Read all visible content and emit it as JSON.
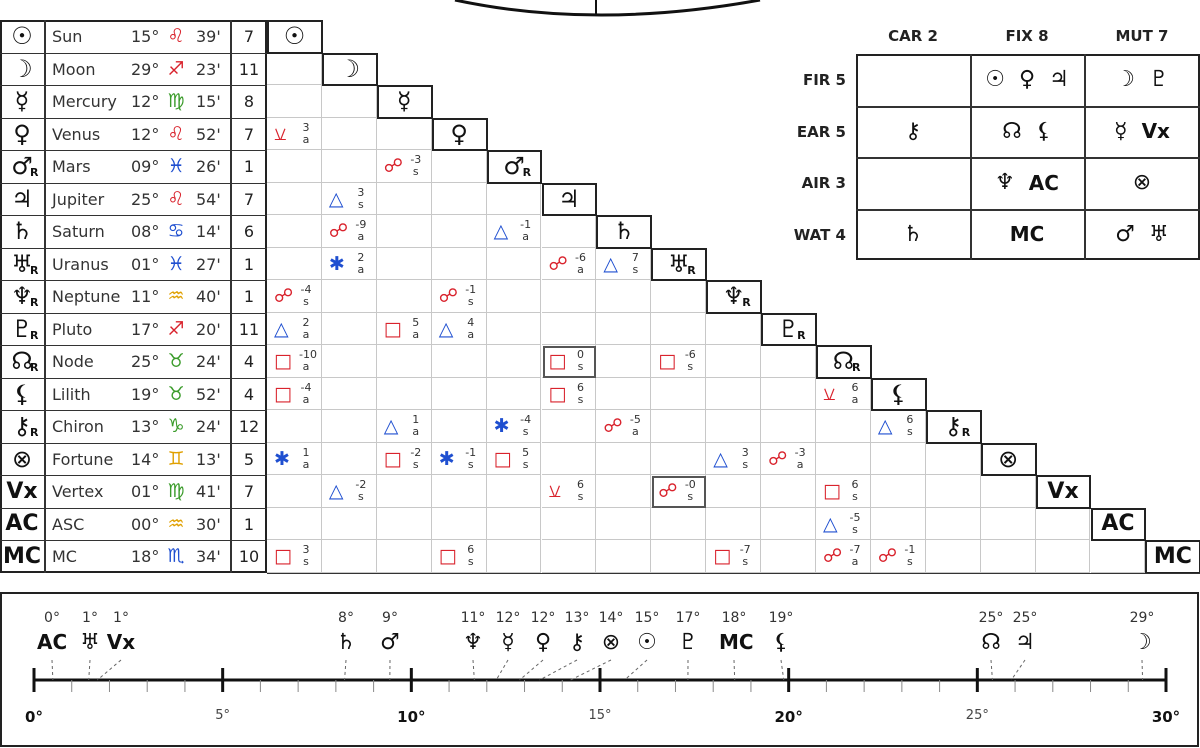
{
  "planets": [
    {
      "glyph": "☉",
      "name": "Sun",
      "deg": "15°",
      "sign": "♌",
      "sign_color": "#d9232d",
      "min": "39'",
      "house": "7",
      "retro": ""
    },
    {
      "glyph": "☽",
      "name": "Moon",
      "deg": "29°",
      "sign": "♐",
      "sign_color": "#d9232d",
      "min": "23'",
      "house": "11",
      "retro": ""
    },
    {
      "glyph": "☿",
      "name": "Mercury",
      "deg": "12°",
      "sign": "♍",
      "sign_color": "#3a9b2a",
      "min": "15'",
      "house": "8",
      "retro": ""
    },
    {
      "glyph": "♀",
      "name": "Venus",
      "deg": "12°",
      "sign": "♌",
      "sign_color": "#d9232d",
      "min": "52'",
      "house": "7",
      "retro": ""
    },
    {
      "glyph": "♂",
      "name": "Mars",
      "deg": "09°",
      "sign": "♓",
      "sign_color": "#1f4fd0",
      "min": "26'",
      "house": "1",
      "retro": "R"
    },
    {
      "glyph": "♃",
      "name": "Jupiter",
      "deg": "25°",
      "sign": "♌",
      "sign_color": "#d9232d",
      "min": "54'",
      "house": "7",
      "retro": ""
    },
    {
      "glyph": "♄",
      "name": "Saturn",
      "deg": "08°",
      "sign": "♋",
      "sign_color": "#1f4fd0",
      "min": "14'",
      "house": "6",
      "retro": ""
    },
    {
      "glyph": "♅",
      "name": "Uranus",
      "deg": "01°",
      "sign": "♓",
      "sign_color": "#1f4fd0",
      "min": "27'",
      "house": "1",
      "retro": "R"
    },
    {
      "glyph": "♆",
      "name": "Neptune",
      "deg": "11°",
      "sign": "♒",
      "sign_color": "#e0a000",
      "min": "40'",
      "house": "1",
      "retro": "R"
    },
    {
      "glyph": "♇",
      "name": "Pluto",
      "deg": "17°",
      "sign": "♐",
      "sign_color": "#d9232d",
      "min": "20'",
      "house": "11",
      "retro": "R"
    },
    {
      "glyph": "☊",
      "name": "Node",
      "deg": "25°",
      "sign": "♉",
      "sign_color": "#3a9b2a",
      "min": "24'",
      "house": "4",
      "retro": "R"
    },
    {
      "glyph": "⚸",
      "name": "Lilith",
      "deg": "19°",
      "sign": "♉",
      "sign_color": "#3a9b2a",
      "min": "52'",
      "house": "4",
      "retro": ""
    },
    {
      "glyph": "⚷",
      "name": "Chiron",
      "deg": "13°",
      "sign": "♑",
      "sign_color": "#3a9b2a",
      "min": "24'",
      "house": "12",
      "retro": "R"
    },
    {
      "glyph": "⊗",
      "name": "Fortune",
      "deg": "14°",
      "sign": "♊",
      "sign_color": "#e0a000",
      "min": "13'",
      "house": "5",
      "retro": ""
    },
    {
      "glyph": "Vx",
      "name": "Vertex",
      "deg": "01°",
      "sign": "♍",
      "sign_color": "#3a9b2a",
      "min": "41'",
      "house": "7",
      "retro": ""
    },
    {
      "glyph": "AC",
      "name": "ASC",
      "deg": "00°",
      "sign": "♒",
      "sign_color": "#e0a000",
      "min": "30'",
      "house": "1",
      "retro": ""
    },
    {
      "glyph": "MC",
      "name": "MC",
      "deg": "18°",
      "sign": "♏",
      "sign_color": "#1f4fd0",
      "min": "34'",
      "house": "10",
      "retro": ""
    }
  ],
  "aspect_colors": {
    "a": "#d9232d",
    "b": "#1f4fd0"
  },
  "aspects": [
    {
      "row": 3,
      "col": 0,
      "glyph": "⚺",
      "color": "a",
      "orb": "3",
      "mode": "a"
    },
    {
      "row": 4,
      "col": 2,
      "glyph": "☍",
      "color": "a",
      "orb": "-3",
      "mode": "s"
    },
    {
      "row": 5,
      "col": 1,
      "glyph": "△",
      "color": "b",
      "orb": "3",
      "mode": "s"
    },
    {
      "row": 6,
      "col": 1,
      "glyph": "☍",
      "color": "a",
      "orb": "-9",
      "mode": "a"
    },
    {
      "row": 6,
      "col": 4,
      "glyph": "△",
      "color": "b",
      "orb": "-1",
      "mode": "a"
    },
    {
      "row": 7,
      "col": 1,
      "glyph": "✱",
      "color": "b",
      "orb": "2",
      "mode": "a"
    },
    {
      "row": 7,
      "col": 5,
      "glyph": "☍",
      "color": "a",
      "orb": "-6",
      "mode": "a"
    },
    {
      "row": 7,
      "col": 6,
      "glyph": "△",
      "color": "b",
      "orb": "7",
      "mode": "s"
    },
    {
      "row": 8,
      "col": 0,
      "glyph": "☍",
      "color": "a",
      "orb": "-4",
      "mode": "s"
    },
    {
      "row": 8,
      "col": 3,
      "glyph": "☍",
      "color": "a",
      "orb": "-1",
      "mode": "s"
    },
    {
      "row": 9,
      "col": 0,
      "glyph": "△",
      "color": "b",
      "orb": "2",
      "mode": "a"
    },
    {
      "row": 9,
      "col": 2,
      "glyph": "□",
      "color": "a",
      "orb": "5",
      "mode": "a"
    },
    {
      "row": 9,
      "col": 3,
      "glyph": "△",
      "color": "b",
      "orb": "4",
      "mode": "a"
    },
    {
      "row": 10,
      "col": 0,
      "glyph": "□",
      "color": "a",
      "orb": "-10",
      "mode": "a"
    },
    {
      "row": 10,
      "col": 5,
      "glyph": "□",
      "color": "a",
      "orb": "0",
      "mode": "s",
      "hl": true
    },
    {
      "row": 10,
      "col": 7,
      "glyph": "□",
      "color": "a",
      "orb": "-6",
      "mode": "s"
    },
    {
      "row": 11,
      "col": 0,
      "glyph": "□",
      "color": "a",
      "orb": "-4",
      "mode": "a"
    },
    {
      "row": 11,
      "col": 5,
      "glyph": "□",
      "color": "a",
      "orb": "6",
      "mode": "s"
    },
    {
      "row": 11,
      "col": 10,
      "glyph": "⚺",
      "color": "a",
      "orb": "6",
      "mode": "a"
    },
    {
      "row": 12,
      "col": 2,
      "glyph": "△",
      "color": "b",
      "orb": "1",
      "mode": "a"
    },
    {
      "row": 12,
      "col": 4,
      "glyph": "✱",
      "color": "b",
      "orb": "-4",
      "mode": "s"
    },
    {
      "row": 12,
      "col": 6,
      "glyph": "☍",
      "color": "a",
      "orb": "-5",
      "mode": "a"
    },
    {
      "row": 12,
      "col": 11,
      "glyph": "△",
      "color": "b",
      "orb": "6",
      "mode": "s"
    },
    {
      "row": 13,
      "col": 0,
      "glyph": "✱",
      "color": "b",
      "orb": "1",
      "mode": "a"
    },
    {
      "row": 13,
      "col": 2,
      "glyph": "□",
      "color": "a",
      "orb": "-2",
      "mode": "s"
    },
    {
      "row": 13,
      "col": 3,
      "glyph": "✱",
      "color": "b",
      "orb": "-1",
      "mode": "s"
    },
    {
      "row": 13,
      "col": 4,
      "glyph": "□",
      "color": "a",
      "orb": "5",
      "mode": "s"
    },
    {
      "row": 13,
      "col": 8,
      "glyph": "△",
      "color": "b",
      "orb": "3",
      "mode": "s"
    },
    {
      "row": 13,
      "col": 9,
      "glyph": "☍",
      "color": "a",
      "orb": "-3",
      "mode": "a"
    },
    {
      "row": 14,
      "col": 1,
      "glyph": "△",
      "color": "b",
      "orb": "-2",
      "mode": "s"
    },
    {
      "row": 14,
      "col": 5,
      "glyph": "⚺",
      "color": "a",
      "orb": "6",
      "mode": "s"
    },
    {
      "row": 14,
      "col": 7,
      "glyph": "☍",
      "color": "a",
      "orb": "-0",
      "mode": "s",
      "hl": true
    },
    {
      "row": 14,
      "col": 10,
      "glyph": "□",
      "color": "a",
      "orb": "6",
      "mode": "s"
    },
    {
      "row": 15,
      "col": 10,
      "glyph": "△",
      "color": "b",
      "orb": "-5",
      "mode": "s"
    },
    {
      "row": 16,
      "col": 0,
      "glyph": "□",
      "color": "a",
      "orb": "3",
      "mode": "s"
    },
    {
      "row": 16,
      "col": 3,
      "glyph": "□",
      "color": "a",
      "orb": "6",
      "mode": "s"
    },
    {
      "row": 16,
      "col": 8,
      "glyph": "□",
      "color": "a",
      "orb": "-7",
      "mode": "s"
    },
    {
      "row": 16,
      "col": 10,
      "glyph": "☍",
      "color": "a",
      "orb": "-7",
      "mode": "a"
    },
    {
      "row": 16,
      "col": 11,
      "glyph": "☍",
      "color": "a",
      "orb": "-1",
      "mode": "s"
    }
  ],
  "elements": {
    "cols": [
      "CAR 2",
      "FIX 8",
      "MUT 7"
    ],
    "rows": [
      {
        "label": "FIR 5",
        "cells": [
          [],
          [
            "☉",
            "♀",
            "♃"
          ],
          [
            "☽",
            "♇"
          ]
        ]
      },
      {
        "label": "EAR 5",
        "cells": [
          [
            "⚷"
          ],
          [
            "☊",
            "⚸"
          ],
          [
            "☿",
            "Vx"
          ]
        ]
      },
      {
        "label": "AIR 3",
        "cells": [
          [],
          [
            "♆",
            "AC"
          ],
          [
            "⊗"
          ]
        ]
      },
      {
        "label": "WAT 4",
        "cells": [
          [
            "♄"
          ],
          [
            "MC"
          ],
          [
            "♂",
            "♅"
          ]
        ]
      }
    ]
  },
  "timeline": {
    "items": [
      {
        "deg": "0°",
        "glyph": "AC",
        "pos": 0.5
      },
      {
        "deg": "1°",
        "glyph": "♅",
        "pos": 1.45
      },
      {
        "deg": "1°",
        "glyph": "Vx",
        "pos": 1.68
      },
      {
        "deg": "8°",
        "glyph": "♄",
        "pos": 8.23
      },
      {
        "deg": "9°",
        "glyph": "♂",
        "pos": 9.43
      },
      {
        "deg": "11°",
        "glyph": "♆",
        "pos": 11.67
      },
      {
        "deg": "12°",
        "glyph": "☿",
        "pos": 12.25
      },
      {
        "deg": "12°",
        "glyph": "♀",
        "pos": 12.87
      },
      {
        "deg": "13°",
        "glyph": "⚷",
        "pos": 13.4
      },
      {
        "deg": "14°",
        "glyph": "⊗",
        "pos": 14.22
      },
      {
        "deg": "15°",
        "glyph": "☉",
        "pos": 15.65
      },
      {
        "deg": "17°",
        "glyph": "♇",
        "pos": 17.33
      },
      {
        "deg": "18°",
        "glyph": "MC",
        "pos": 18.57
      },
      {
        "deg": "19°",
        "glyph": "⚸",
        "pos": 19.87
      },
      {
        "deg": "25°",
        "glyph": "☊",
        "pos": 25.4
      },
      {
        "deg": "25°",
        "glyph": "♃",
        "pos": 25.9
      },
      {
        "deg": "29°",
        "glyph": "☽",
        "pos": 29.38
      }
    ],
    "axis_labels": [
      {
        "v": 0,
        "t": "0°",
        "major": true
      },
      {
        "v": 5,
        "t": "5°",
        "major": false
      },
      {
        "v": 10,
        "t": "10°",
        "major": true
      },
      {
        "v": 15,
        "t": "15°",
        "major": false
      },
      {
        "v": 20,
        "t": "20°",
        "major": true
      },
      {
        "v": 25,
        "t": "25°",
        "major": false
      },
      {
        "v": 30,
        "t": "30°",
        "major": true
      }
    ]
  }
}
